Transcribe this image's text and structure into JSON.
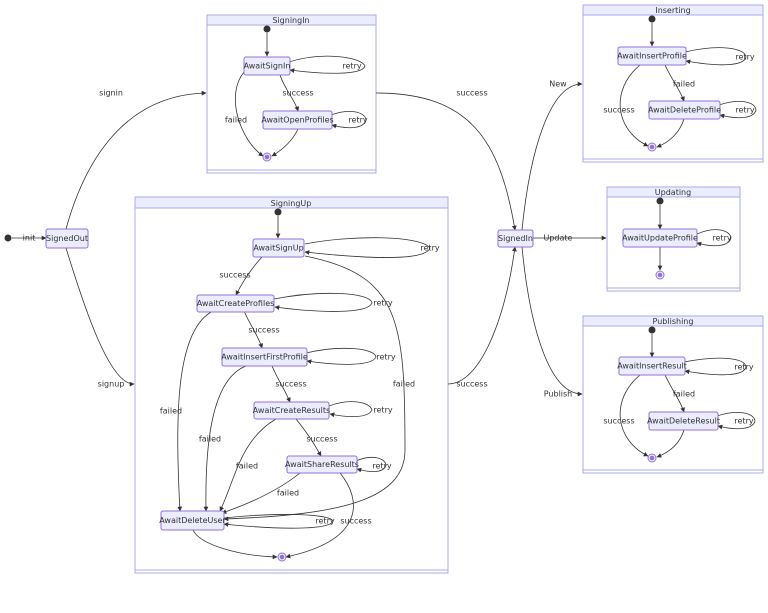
{
  "states": {
    "signed_out": "SignedOut",
    "signed_in": "SignedIn"
  },
  "signing_in": {
    "title": "SigningIn",
    "await_sign_in": "AwaitSignIn",
    "await_open_profiles": "AwaitOpenProfiles"
  },
  "signing_up": {
    "title": "SigningUp",
    "await_sign_up": "AwaitSignUp",
    "await_create_profiles": "AwaitCreateProfiles",
    "await_insert_first_profile": "AwaitInsertFirstProfile",
    "await_create_results": "AwaitCreateResults",
    "await_share_results": "AwaitShareResults",
    "await_delete_user": "AwaitDeleteUser"
  },
  "inserting": {
    "title": "Inserting",
    "await_insert_profile": "AwaitInsertProfile",
    "await_delete_profile": "AwaitDeleteProfile"
  },
  "updating": {
    "title": "Updating",
    "await_update_profile": "AwaitUpdateProfile"
  },
  "publishing": {
    "title": "Publishing",
    "await_insert_result": "AwaitInsertResult",
    "await_delete_result": "AwaitDeleteResult"
  },
  "labels": {
    "init": "init",
    "signin": "signin",
    "signup": "signup",
    "success": "success",
    "failed": "failed",
    "retry": "retry",
    "new": "New",
    "update": "Update",
    "publish": "Publish"
  }
}
